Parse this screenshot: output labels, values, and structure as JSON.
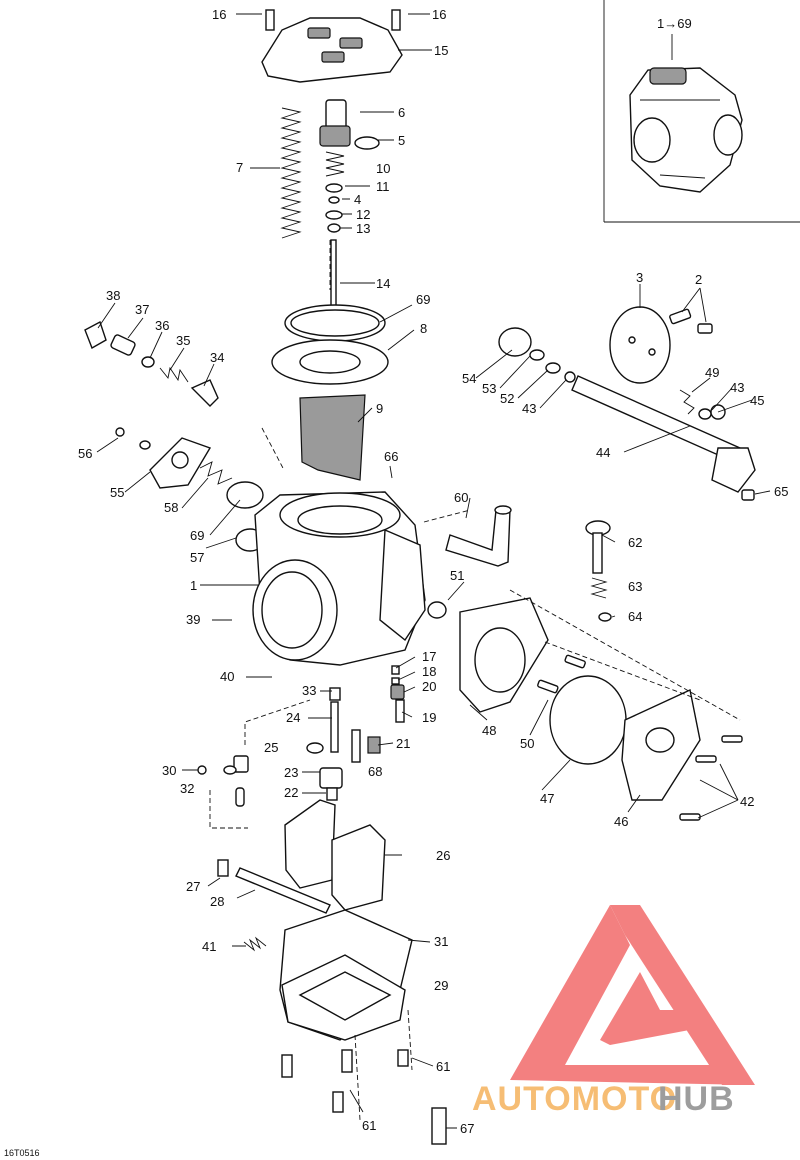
{
  "inset_label": "1→69",
  "drawing_code": "16T0516",
  "watermark": {
    "text_orange": "AUTOMOTO",
    "text_gray": "HUB",
    "color_orange": "#f5b25c",
    "color_gray": "#8d8d8d",
    "color_red": "#f26b6b"
  },
  "callouts": {
    "c16a": "16",
    "c16b": "16",
    "c15": "15",
    "c6": "6",
    "c5": "5",
    "c7": "7",
    "c10": "10",
    "c11": "11",
    "c4": "4",
    "c12": "12",
    "c13": "13",
    "c14": "14",
    "c38": "38",
    "c37": "37",
    "c36": "36",
    "c35": "35",
    "c34": "34",
    "c69a": "69",
    "c8": "8",
    "c9": "9",
    "c3": "3",
    "c2": "2",
    "c54": "54",
    "c53": "53",
    "c52": "52",
    "c43a": "43",
    "c49": "49",
    "c43b": "43",
    "c45": "45",
    "c44": "44",
    "c56": "56",
    "c55": "55",
    "c58": "58",
    "c66": "66",
    "c65": "65",
    "c60": "60",
    "c69b": "69",
    "c57": "57",
    "c62": "62",
    "c63": "63",
    "c64": "64",
    "c1": "1",
    "c51": "51",
    "c39": "39",
    "c17": "17",
    "c18": "18",
    "c20": "20",
    "c40": "40",
    "c33": "33",
    "c24": "24",
    "c19": "19",
    "c48": "48",
    "c50": "50",
    "c25": "25",
    "c21": "21",
    "c30": "30",
    "c23": "23",
    "c68": "68",
    "c32": "32",
    "c22": "22",
    "c47": "47",
    "c42": "42",
    "c46": "46",
    "c26": "26",
    "c27": "27",
    "c28": "28",
    "c41": "41",
    "c31": "31",
    "c29": "29",
    "c61a": "61",
    "c61b": "61",
    "c67": "67"
  }
}
